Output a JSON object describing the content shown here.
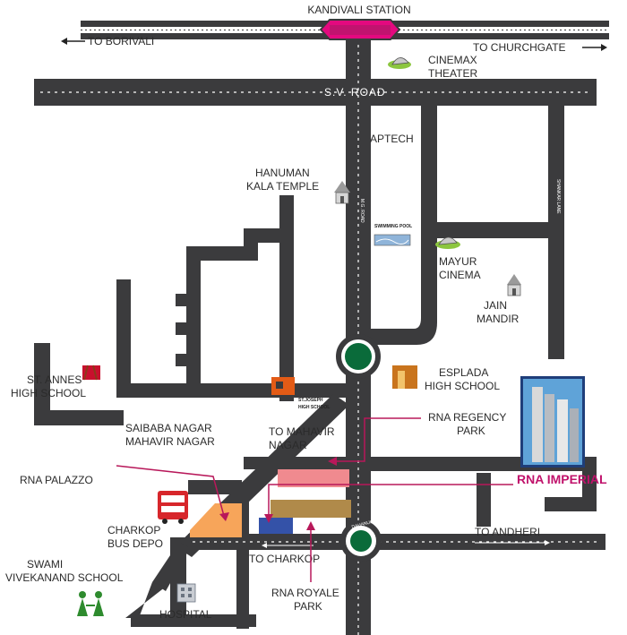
{
  "station": "KANDIVALI STATION",
  "directions": {
    "borivali": "TO BORIVALI",
    "churchgate": "TO CHURCHGATE",
    "andheri": "TO ANDHERI",
    "charkop": "TO CHARKOP",
    "mahavir_nagar": [
      "TO MAHAVIR",
      "NAGAR"
    ]
  },
  "roads": {
    "sv_road": "S.V. ROAD",
    "main_road": "M.G. ROAD",
    "side_lane": "SHANKAR LANE",
    "swimming_pool": "SWIMMING POOL",
    "circle_sign": "DAHANUKARWADI"
  },
  "landmarks": {
    "cinemax": [
      "CINEMAX",
      "THEATER"
    ],
    "aptech": "APTECH",
    "hanuman": [
      "HANUMAN",
      "KALA TEMPLE"
    ],
    "mayur": [
      "MAYUR",
      "CINEMA"
    ],
    "jain": [
      "JAIN",
      "MANDIR"
    ],
    "st_annes": [
      "ST. ANNES",
      "HIGH SCHOOL"
    ],
    "st_joseph": [
      "ST.JOSEPH",
      "HIGH SCHOOL"
    ],
    "esplada": [
      "ESPLADA",
      "HIGH SCHOOL"
    ],
    "saibaba": [
      "SAIBABA NAGAR",
      "MAHAVIR NAGAR"
    ],
    "rna_regency": [
      "RNA REGENCY",
      "PARK"
    ],
    "rna_palazzo": "RNA PALAZZO",
    "rna_imperial": "RNA IMPERIAL",
    "charkop_bus": [
      "CHARKOP",
      "BUS DEPO"
    ],
    "swami": [
      "SWAMI",
      "VIVEKANAND SCHOOL"
    ],
    "hospital": "HOSPITAL",
    "rna_royale": [
      "RNA ROYALE",
      "PARK"
    ]
  },
  "colors": {
    "road": "#3b3b3d",
    "station": "#e4097f",
    "regency_plot": "#f08a8f",
    "royale_plot": "#b08a4a",
    "palazzo_plot": "#f7a55a",
    "imperial_marker": "#3452a8",
    "pointer": "#b8185a",
    "circle": "#0a6b3a"
  }
}
